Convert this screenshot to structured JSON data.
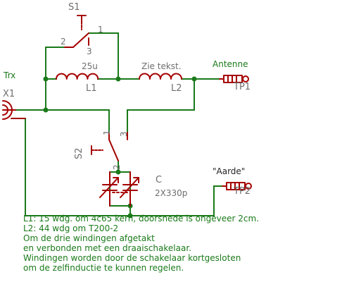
{
  "switch_s1": {
    "name": "S1",
    "pin_common": "1",
    "pin_a": "2",
    "pin_b": "3"
  },
  "switch_s2": {
    "name": "S2",
    "pin_common": "2",
    "pin_a": "1",
    "pin_b": "3"
  },
  "coil_l1": {
    "value": "25u",
    "name": "L1"
  },
  "coil_l2": {
    "value": "Zie tekst.",
    "name": "L2"
  },
  "antenna": {
    "label": "Antenne",
    "pin": "TP1"
  },
  "ground": {
    "label": "\"Aarde\"",
    "pin": "TP2"
  },
  "trx": {
    "label": "Trx",
    "name": "X1"
  },
  "capacitor": {
    "name": "C",
    "value": "2X330p"
  },
  "notes": [
    "L1: 15 wdg. om 4c65 kern, doorsnede is ongeveer 2cm.",
    "L2: 44 wdg om T200-2",
    "Om de drie windingen afgetakt",
    "en verbonden met een draaischakelaar.",
    "Windingen worden door de schakelaar kortgesloten",
    "om de zelfinductie te kunnen regelen."
  ]
}
